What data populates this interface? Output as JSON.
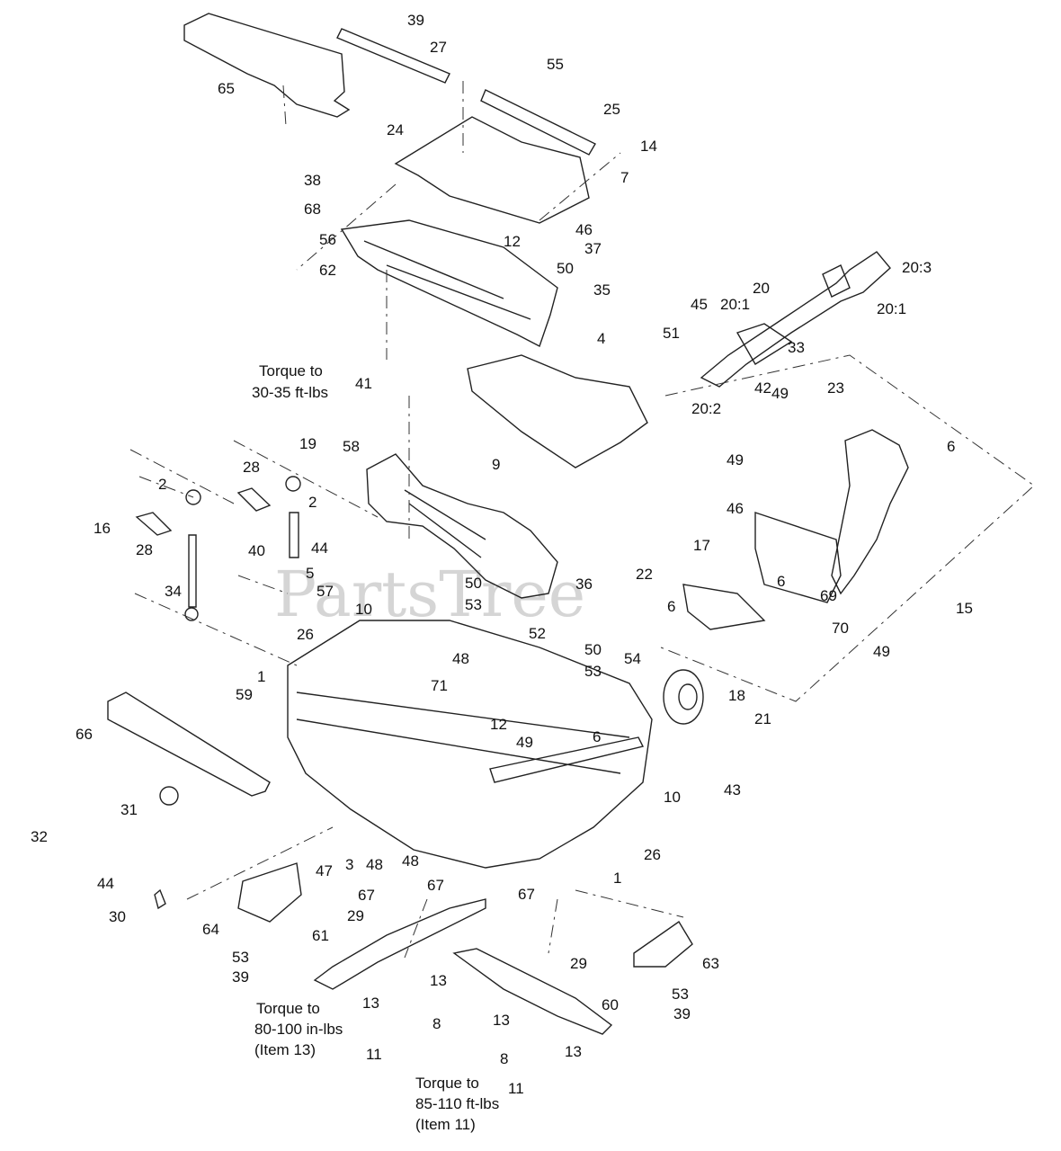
{
  "watermark": "PartsTree",
  "notes": {
    "torque_top_1": "Torque to",
    "torque_top_2": "30-35 ft-lbs",
    "torque_mid_1": "Torque to",
    "torque_mid_2": "80-100 in-lbs",
    "torque_mid_3": "(Item 13)",
    "torque_bot_1": "Torque to",
    "torque_bot_2": "85-110 ft-lbs",
    "torque_bot_3": "(Item 11)"
  },
  "callouts": [
    "39",
    "27",
    "65",
    "55",
    "25",
    "24",
    "14",
    "7",
    "38",
    "68",
    "46",
    "37",
    "56",
    "12",
    "62",
    "50",
    "35",
    "4",
    "20:3",
    "20",
    "20:1",
    "45",
    "20:1",
    "51",
    "33",
    "42",
    "20:2",
    "41",
    "49",
    "23",
    "6",
    "19",
    "58",
    "28",
    "9",
    "2",
    "2",
    "16",
    "28",
    "49",
    "46",
    "44",
    "40",
    "5",
    "17",
    "57",
    "34",
    "50",
    "53",
    "36",
    "22",
    "6",
    "69",
    "15",
    "6",
    "70",
    "10",
    "26",
    "48",
    "52",
    "50",
    "53",
    "54",
    "49",
    "1",
    "59",
    "71",
    "18",
    "6",
    "21",
    "12",
    "66",
    "49",
    "43",
    "10",
    "31",
    "26",
    "1",
    "32",
    "47",
    "3",
    "48",
    "48",
    "44",
    "67",
    "67",
    "30",
    "64",
    "29",
    "67",
    "61",
    "29",
    "63",
    "53",
    "39",
    "13",
    "53",
    "13",
    "39",
    "8",
    "13",
    "60",
    "11",
    "13",
    "8",
    "11"
  ]
}
